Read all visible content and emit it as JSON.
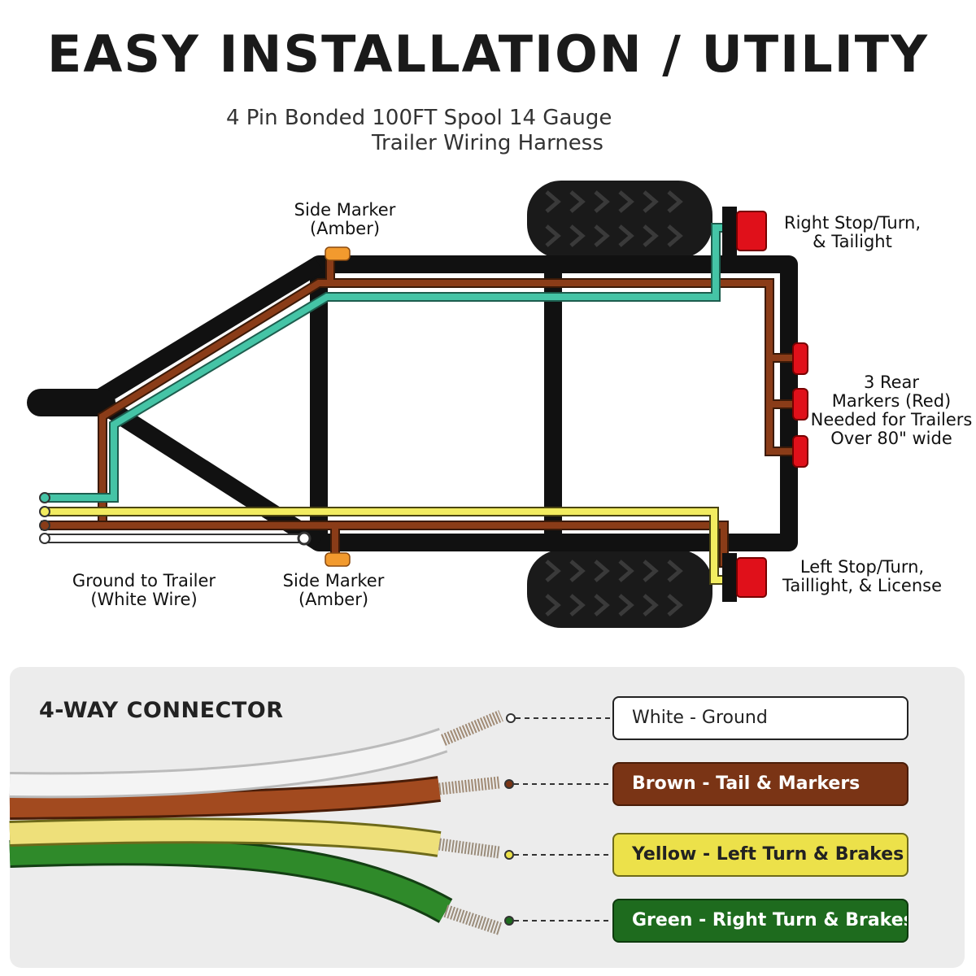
{
  "header": {
    "title": "EASY INSTALLATION / UTILITY",
    "subtitle_line1": "4 Pin Bonded 100FT Spool 14 Gauge",
    "subtitle_line2": "Trailer Wiring Harness"
  },
  "labels": {
    "side_marker_top": [
      "Side Marker",
      "(Amber)"
    ],
    "side_marker_bottom": [
      "Side Marker",
      "(Amber)"
    ],
    "right_stop": [
      "Right Stop/Turn,",
      "& Tailight"
    ],
    "rear_markers": [
      "3 Rear",
      "Markers (Red)",
      "Needed for Trailers",
      "Over 80\" wide"
    ],
    "left_stop": [
      "Left Stop/Turn,",
      "Taillight, & License"
    ],
    "ground": [
      "Ground to Trailer",
      "(White Wire)"
    ]
  },
  "connector": {
    "title": "4-WAY CONNECTOR",
    "wires": [
      {
        "label": "White - Ground",
        "color": "#f4f4f4"
      },
      {
        "label": "Brown - Tail & Markers",
        "color": "#8a3c18"
      },
      {
        "label": "Yellow - Left Turn & Brakes",
        "color": "#eee07a"
      },
      {
        "label": "Green - Right Turn & Brakes",
        "color": "#2f8a2a"
      }
    ]
  },
  "colors": {
    "frame": "#111111",
    "brown_wire": "#7a3415",
    "green_wire": "#3fb89a",
    "yellow_wire": "#f2ec60",
    "white_wire": "#ffffff",
    "amber_marker": "#f29a2e",
    "red_light": "#e0101a"
  }
}
